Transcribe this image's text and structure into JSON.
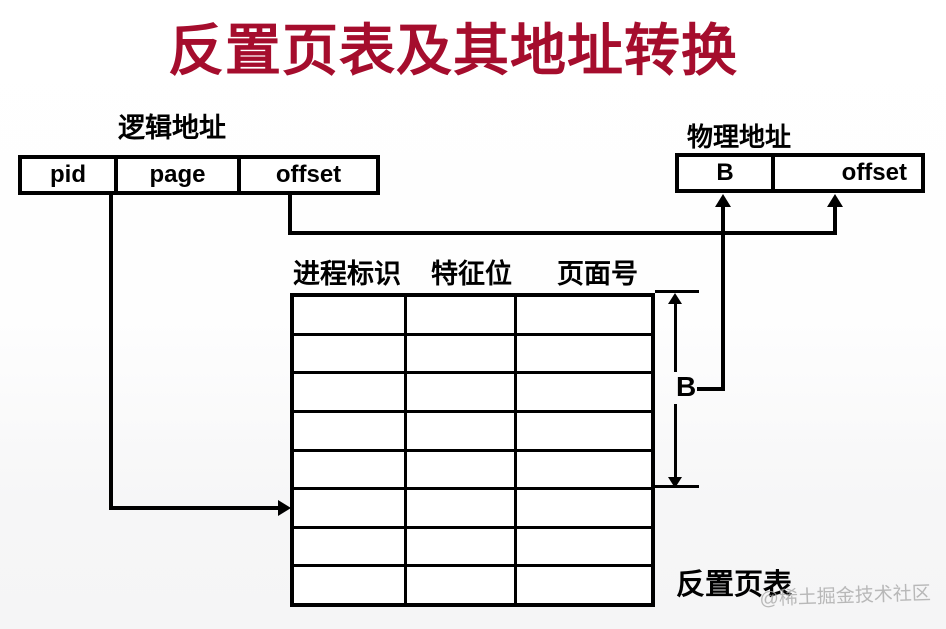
{
  "title": "反置页表及其地址转换",
  "colors": {
    "title": "#A50D2D",
    "line": "#000000",
    "watermark": "#A9A9A9",
    "background": "#FFFFFF"
  },
  "logical_address": {
    "label": "逻辑地址",
    "fields": [
      "pid",
      "page",
      "offset"
    ]
  },
  "physical_address": {
    "label": "物理地址",
    "fields": [
      "B",
      "offset"
    ]
  },
  "page_table": {
    "headers": [
      "进程标识",
      "特征位",
      "页面号"
    ],
    "rows": 8,
    "columns": 3,
    "caption": "反置页表"
  },
  "frame_range_label": "B",
  "watermark": "@稀土掘金技术社区"
}
